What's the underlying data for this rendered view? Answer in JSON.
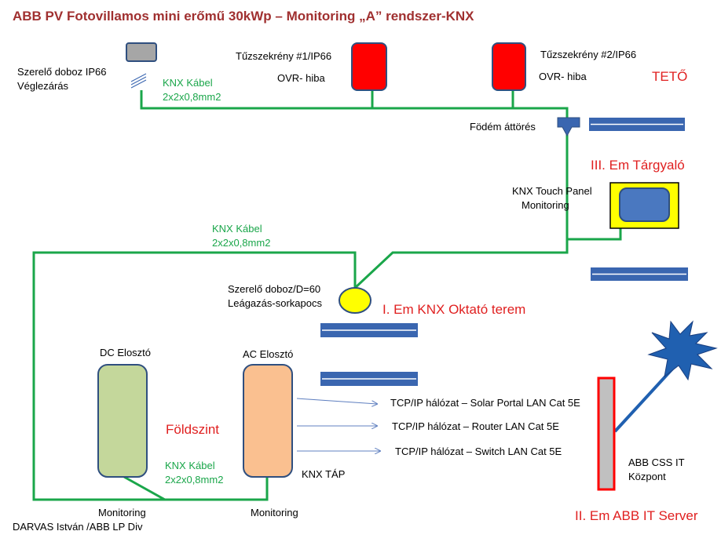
{
  "title": "ABB PV  Fotovillamos mini erőmű 30kWp – Monitoring  „A” rendszer-KNX",
  "labels": {
    "szerelo_doboz_1": "Szerelő doboz IP66",
    "szerelo_doboz_2": "Véglezárás",
    "knx_kabel": "KNX Kábel",
    "knx_kabel_spec": "2x2x0,8mm2",
    "tuzszekreny1": "Tűzszekrény #1/IP66",
    "ovr_hiba": "OVR- hiba",
    "tuzszekreny2": "Tűzszekrény #2/IP66",
    "teto": "TETŐ",
    "fodem_attores": "Födém áttörés",
    "targyalo": "III. Em Tárgyaló",
    "touch_panel_1": "KNX Touch Panel",
    "touch_panel_2": "Monitoring",
    "szerelo_doboz_d60": "Szerelő doboz/D=60",
    "leagazas": "Leágazás-sorkapocs",
    "oktato_terem": "I. Em KNX Oktató terem",
    "dc_eloszto": "DC Elosztó",
    "ac_eloszto": "AC Elosztó",
    "foldszint": "Földszint",
    "knx_tap": "KNX TÁP",
    "monitoring": "Monitoring",
    "darvas": "DARVAS István /ABB LP Div",
    "tcp_solar": "TCP/IP hálózat – Solar Portal LAN Cat 5E",
    "tcp_router": "TCP/IP hálózat – Router LAN Cat 5E",
    "tcp_switch": "TCP/IP hálózat – Switch LAN Cat 5E",
    "css_it_1": "ABB CSS IT",
    "css_it_2": "Központ",
    "it_server": "II. Em ABB IT Server"
  },
  "colors": {
    "title": "#a03030",
    "knx_line": "#1aa64a",
    "floor_text": "#e02020",
    "fire_cabinet": "#ff0000",
    "floor_bar": "#3a66b0",
    "touch_panel_frame": "#ffff00",
    "touch_panel_screen": "#4a78c0",
    "dc_box": "#c4d79b",
    "ac_box": "#fac090",
    "junction_box": "#ffff00",
    "server": "#c0c0c0",
    "server_border": "#ff0000",
    "network_burst": "#2060b0",
    "arrow": "#6080c0"
  }
}
